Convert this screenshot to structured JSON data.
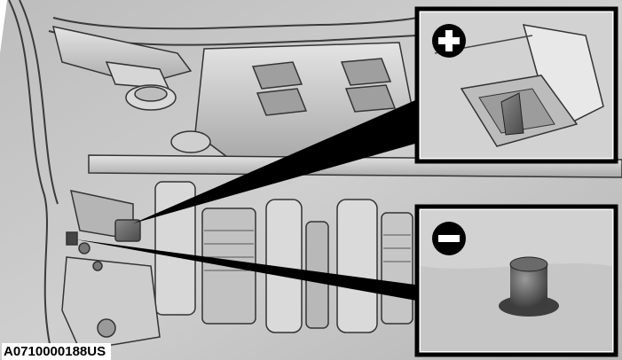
{
  "figure": {
    "id": "A0710000188US"
  },
  "callouts": [
    {
      "name": "positive-terminal-callout",
      "icon": "plus-icon"
    },
    {
      "name": "negative-terminal-callout",
      "icon": "minus-icon"
    }
  ]
}
